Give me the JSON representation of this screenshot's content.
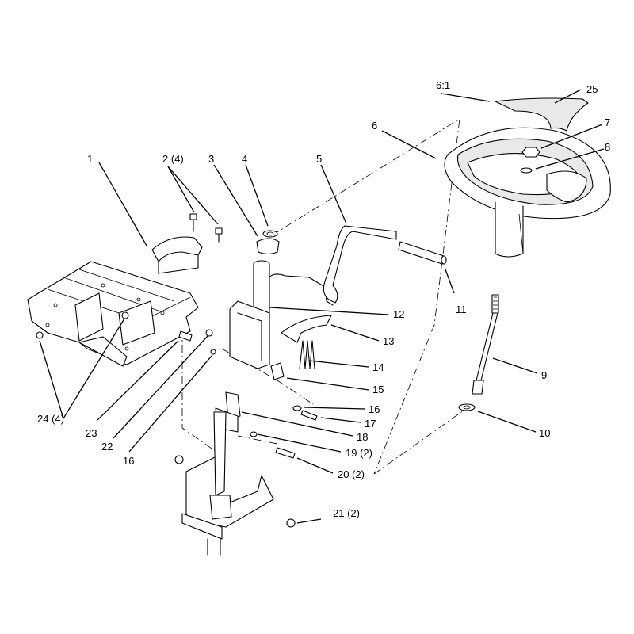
{
  "callouts": [
    {
      "id": "c1",
      "label": "1"
    },
    {
      "id": "c2",
      "label": "2 (4)"
    },
    {
      "id": "c3",
      "label": "3"
    },
    {
      "id": "c4",
      "label": "4"
    },
    {
      "id": "c5",
      "label": "5"
    },
    {
      "id": "c6",
      "label": "6"
    },
    {
      "id": "c6_1",
      "label": "6:1"
    },
    {
      "id": "c7",
      "label": "7"
    },
    {
      "id": "c8",
      "label": "8"
    },
    {
      "id": "c9",
      "label": "9"
    },
    {
      "id": "c10",
      "label": "10"
    },
    {
      "id": "c11",
      "label": "11"
    },
    {
      "id": "c12",
      "label": "12"
    },
    {
      "id": "c13",
      "label": "13"
    },
    {
      "id": "c14",
      "label": "14"
    },
    {
      "id": "c15",
      "label": "15"
    },
    {
      "id": "c16a",
      "label": "16"
    },
    {
      "id": "c16b",
      "label": "16"
    },
    {
      "id": "c17",
      "label": "17"
    },
    {
      "id": "c18",
      "label": "18"
    },
    {
      "id": "c19",
      "label": "19 (2)"
    },
    {
      "id": "c20",
      "label": "20 (2)"
    },
    {
      "id": "c21",
      "label": "21 (2)"
    },
    {
      "id": "c22",
      "label": "22"
    },
    {
      "id": "c23",
      "label": "23"
    },
    {
      "id": "c24",
      "label": "24 (4)"
    },
    {
      "id": "c25",
      "label": "25"
    }
  ]
}
